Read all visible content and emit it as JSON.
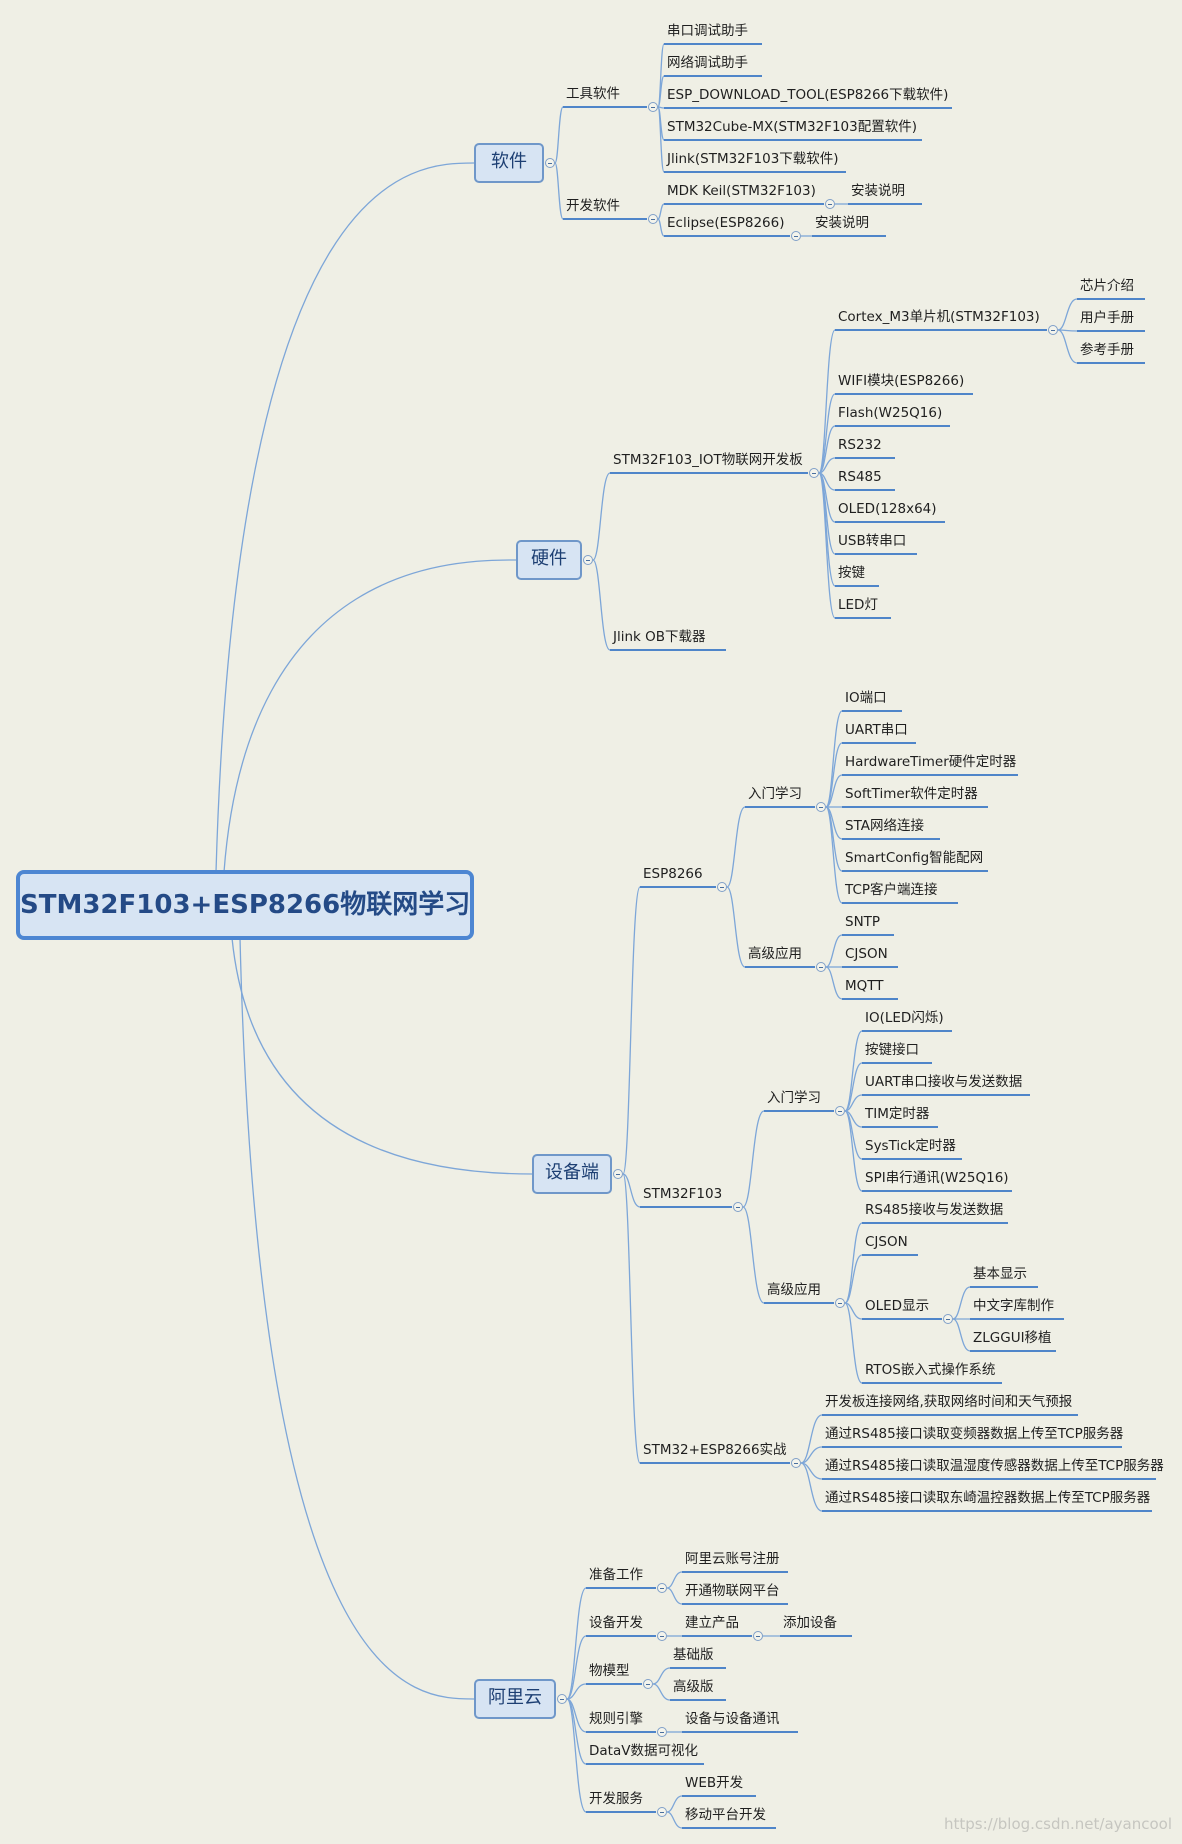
{
  "mindmap": {
    "title": "STM32F103+ESP8266物联网学习",
    "branches": [
      {
        "label": "软件",
        "children": [
          {
            "label": "工具软件",
            "children": [
              {
                "label": "串口调试助手"
              },
              {
                "label": "网络调试助手"
              },
              {
                "label": "ESP_DOWNLOAD_TOOL(ESP8266下载软件)"
              },
              {
                "label": "STM32Cube-MX(STM32F103配置软件)"
              },
              {
                "label": "Jlink(STM32F103下载软件)"
              }
            ]
          },
          {
            "label": "开发软件",
            "children": [
              {
                "label": "MDK Keil(STM32F103)",
                "children": [
                  {
                    "label": "安装说明"
                  }
                ]
              },
              {
                "label": "Eclipse(ESP8266)",
                "children": [
                  {
                    "label": "安装说明"
                  }
                ]
              }
            ]
          }
        ]
      },
      {
        "label": "硬件",
        "children": [
          {
            "label": "STM32F103_IOT物联网开发板",
            "children": [
              {
                "label": "Cortex_M3单片机(STM32F103)",
                "children": [
                  {
                    "label": "芯片介绍"
                  },
                  {
                    "label": "用户手册"
                  },
                  {
                    "label": "参考手册"
                  }
                ]
              },
              {
                "label": "WIFI模块(ESP8266)"
              },
              {
                "label": "Flash(W25Q16)"
              },
              {
                "label": "RS232"
              },
              {
                "label": "RS485"
              },
              {
                "label": "OLED(128x64)"
              },
              {
                "label": "USB转串口"
              },
              {
                "label": "按键"
              },
              {
                "label": "LED灯"
              }
            ]
          },
          {
            "label": "Jlink OB下载器"
          }
        ]
      },
      {
        "label": "设备端",
        "children": [
          {
            "label": "ESP8266",
            "children": [
              {
                "label": "入门学习",
                "children": [
                  {
                    "label": "IO端口"
                  },
                  {
                    "label": "UART串口"
                  },
                  {
                    "label": "HardwareTimer硬件定时器"
                  },
                  {
                    "label": "SoftTimer软件定时器"
                  },
                  {
                    "label": "STA网络连接"
                  },
                  {
                    "label": "SmartConfig智能配网"
                  },
                  {
                    "label": "TCP客户端连接"
                  }
                ]
              },
              {
                "label": "高级应用",
                "children": [
                  {
                    "label": "SNTP"
                  },
                  {
                    "label": "CJSON"
                  },
                  {
                    "label": "MQTT"
                  }
                ]
              }
            ]
          },
          {
            "label": "STM32F103",
            "children": [
              {
                "label": "入门学习",
                "children": [
                  {
                    "label": "IO(LED闪烁)"
                  },
                  {
                    "label": "按键接口"
                  },
                  {
                    "label": "UART串口接收与发送数据"
                  },
                  {
                    "label": "TIM定时器"
                  },
                  {
                    "label": "SysTick定时器"
                  },
                  {
                    "label": "SPI串行通讯(W25Q16)"
                  }
                ]
              },
              {
                "label": "高级应用",
                "children": [
                  {
                    "label": "RS485接收与发送数据"
                  },
                  {
                    "label": "CJSON"
                  },
                  {
                    "label": "OLED显示",
                    "children": [
                      {
                        "label": "基本显示"
                      },
                      {
                        "label": "中文字库制作"
                      },
                      {
                        "label": "ZLGGUI移植"
                      }
                    ]
                  },
                  {
                    "label": "RTOS嵌入式操作系统"
                  }
                ]
              }
            ]
          },
          {
            "label": "STM32+ESP8266实战",
            "children": [
              {
                "label": "开发板连接网络,获取网络时间和天气预报"
              },
              {
                "label": "通过RS485接口读取变频器数据上传至TCP服务器"
              },
              {
                "label": "通过RS485接口读取温湿度传感器数据上传至TCP服务器"
              },
              {
                "label": "通过RS485接口读取东崎温控器数据上传至TCP服务器"
              }
            ]
          }
        ]
      },
      {
        "label": "阿里云",
        "children": [
          {
            "label": "准备工作",
            "children": [
              {
                "label": "阿里云账号注册"
              },
              {
                "label": "开通物联网平台"
              }
            ]
          },
          {
            "label": "设备开发",
            "children": [
              {
                "label": "建立产品",
                "children": [
                  {
                    "label": "添加设备"
                  }
                ]
              }
            ]
          },
          {
            "label": "物模型",
            "children": [
              {
                "label": "基础版"
              },
              {
                "label": "高级版"
              }
            ]
          },
          {
            "label": "规则引擎",
            "children": [
              {
                "label": "设备与设备通讯"
              }
            ]
          },
          {
            "label": "DataV数据可视化"
          },
          {
            "label": "开发服务",
            "children": [
              {
                "label": "WEB开发"
              },
              {
                "label": "移动平台开发"
              }
            ]
          }
        ]
      }
    ]
  },
  "watermark": "https://blog.csdn.net/ayancool"
}
